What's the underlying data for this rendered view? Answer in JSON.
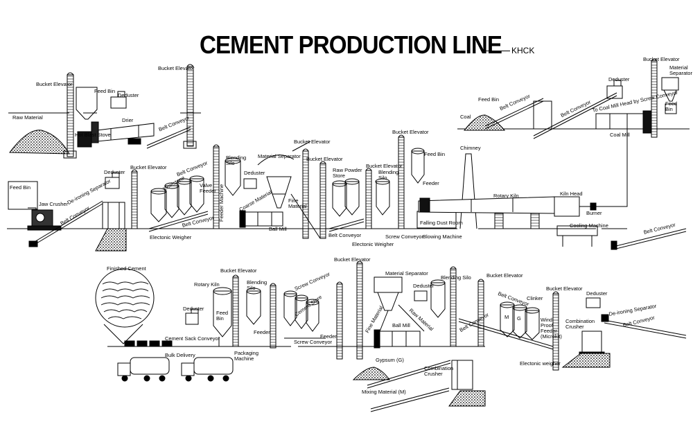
{
  "title": "CEMENT PRODUCTION LINE",
  "brand": "KHCK",
  "labels": {
    "raw_material": "Raw Material",
    "bucket_elevator": "Bucket Elevator",
    "feed_bin": "Feed Bin",
    "deduster": "Deduster",
    "drier": "Drier",
    "hot_blast_stove": "Hot Blast Stove",
    "belt_conveyor": "Belt Conveyor",
    "jaw_crusher": "Jaw Crusher",
    "de_ironing_separator": "De-ironing Separator",
    "limestone": "Limestone",
    "valve_feeder": "Valve\nFeeder",
    "electronic_weigher": "Electonic Weigher",
    "electronic_weigher_lower": "Electonic weigher",
    "blending_silo": "Blending\nSilo",
    "material_separator": "Material Separator",
    "feeder_machine": "Feeder Machine",
    "coarse_material": "Coarse Material",
    "fine_material": "Fine\nMaterial",
    "ball_mill": "Ball Mill",
    "raw_powder_store": "Raw Powder\nStore",
    "feeder": "Feeder",
    "screw_conveyor": "Screw Conveyor",
    "falling_dust_room": "Falling Dust Room",
    "blowing_machine": "Blowing Machine",
    "chimney": "Chimney",
    "rotary_kiln": "Rotary Kiln",
    "kiln_head": "Kiln Head",
    "burner": "Burner",
    "cooling_machine": "Cooling Machine",
    "coal": "Coal",
    "coal_mill_head": "To Coal Mill Head by Screw Conveyor",
    "coal_mill": "Coal Mill",
    "material_separator_short": "Material\nSeparator",
    "finished_cement": "Finished Cement",
    "cement_sack_conveyor": "Cement Sack Conveyor",
    "bulk_delivery": "Bulk Delivery",
    "packaging_machine": "Packaging\nMachine",
    "cement_store": "Cement Store",
    "fine_material_lower": "Fine Material",
    "raw_material_lower": "Raw Material",
    "gypsum": "Gypsum (G)",
    "mixing_material": "Mixing Material (M)",
    "combination_crusher": "Combination\nCrusher",
    "clinker": "Clinker",
    "wind_proof_feeder": "Wind\nProof\nFeeder\n(Microkit)",
    "silo_m": "M",
    "silo_g": "G"
  }
}
